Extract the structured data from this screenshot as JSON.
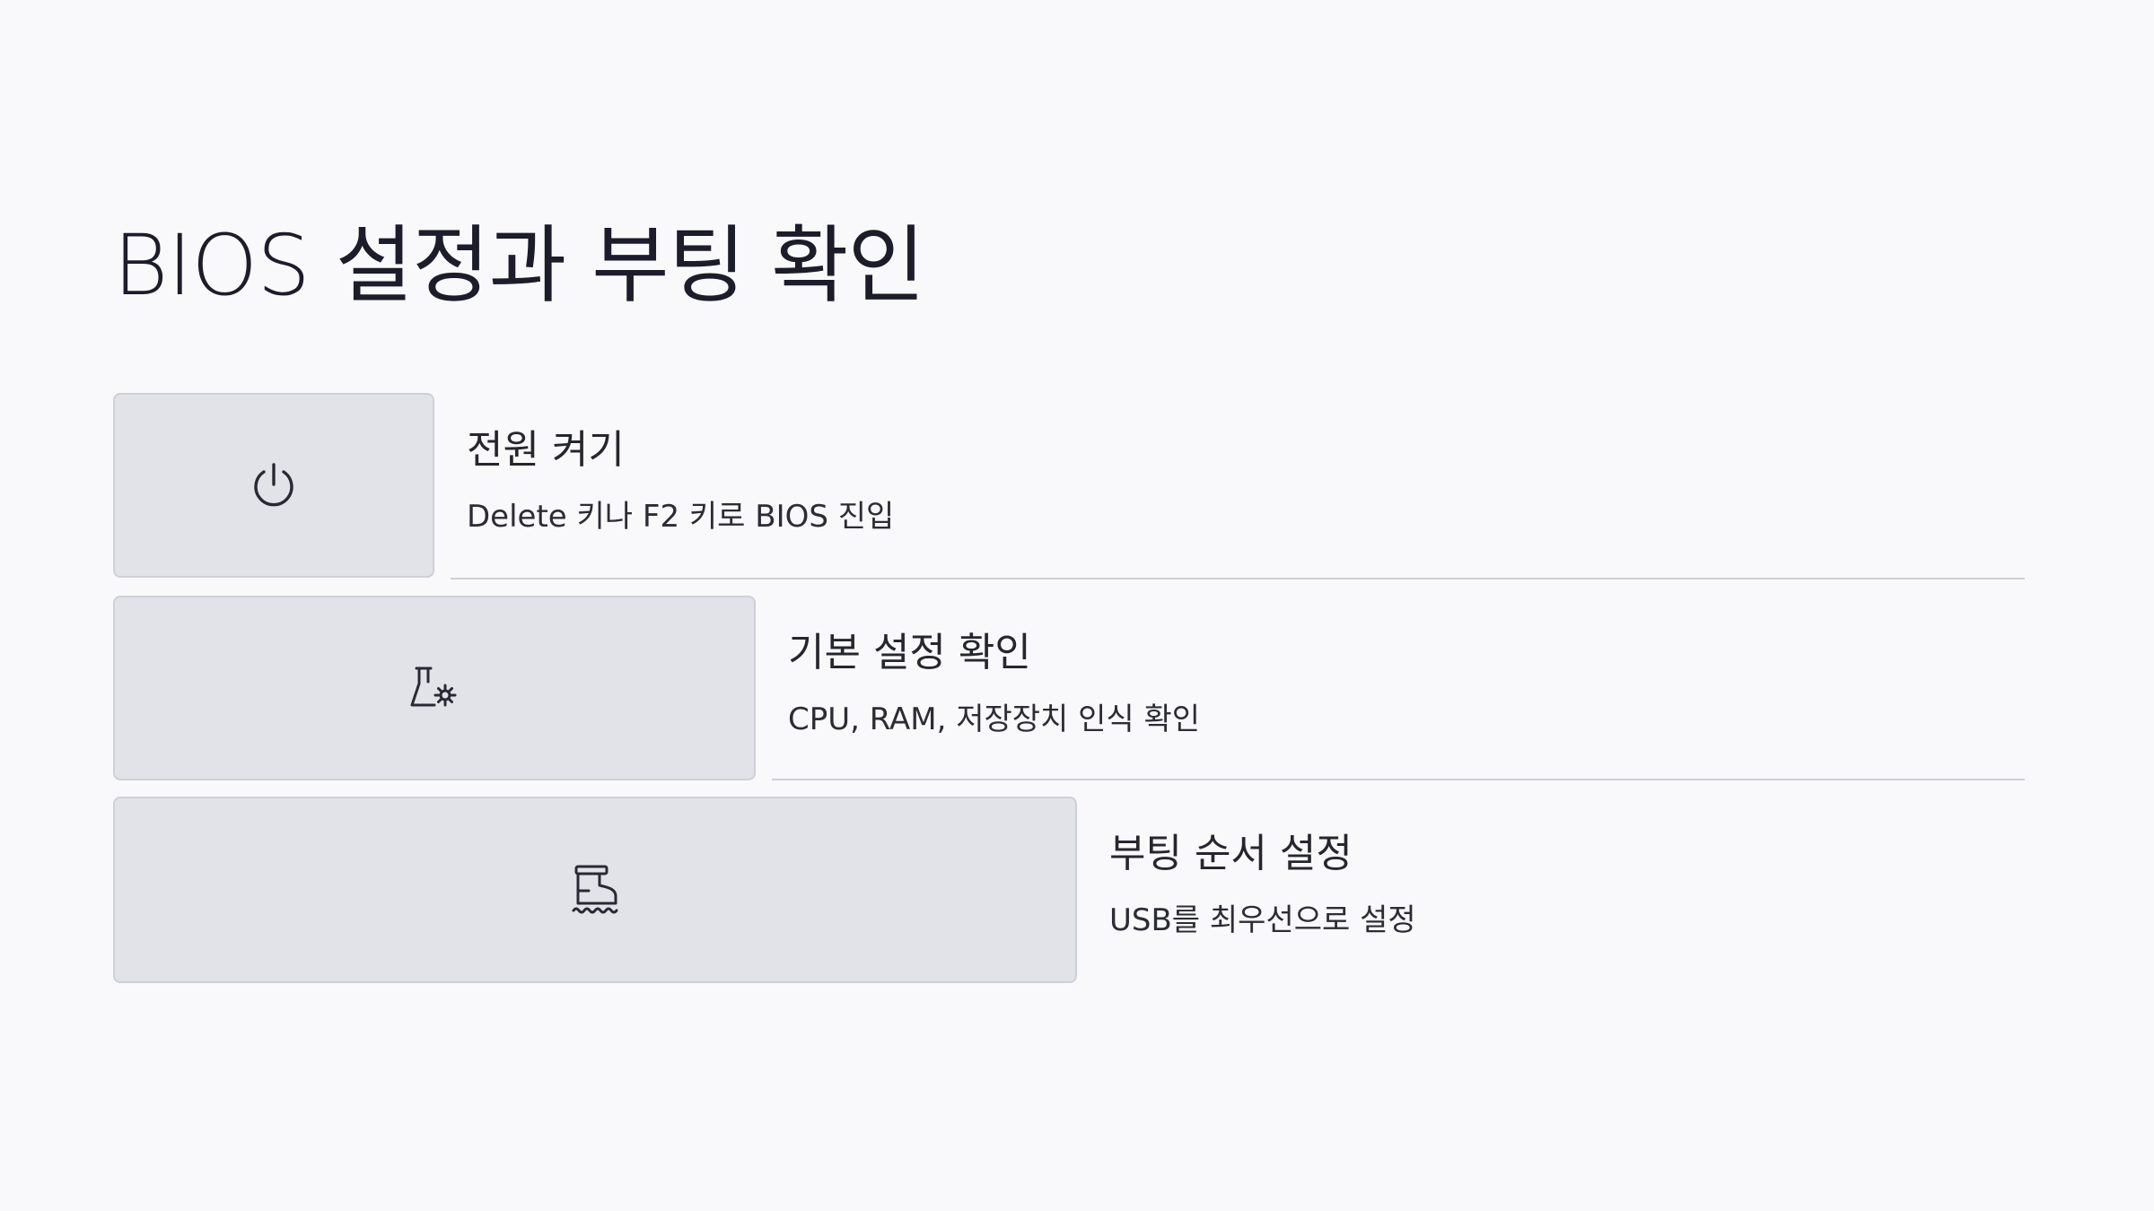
{
  "title": "BIOS 설정과 부팅 확인",
  "steps": [
    {
      "icon": "power-icon",
      "title": "전원 켜기",
      "description": "Delete 키나 F2 키로 BIOS 진입"
    },
    {
      "icon": "flask-gear-icon",
      "title": "기본 설정 확인",
      "description": "CPU, RAM, 저장장치 인식 확인"
    },
    {
      "icon": "boot-icon",
      "title": "부팅 순서 설정",
      "description": "USB를 최우선으로 설정"
    }
  ],
  "colors": {
    "background": "#f9f9fb",
    "box": "#e2e2e9",
    "text": "#1c1c2a"
  }
}
